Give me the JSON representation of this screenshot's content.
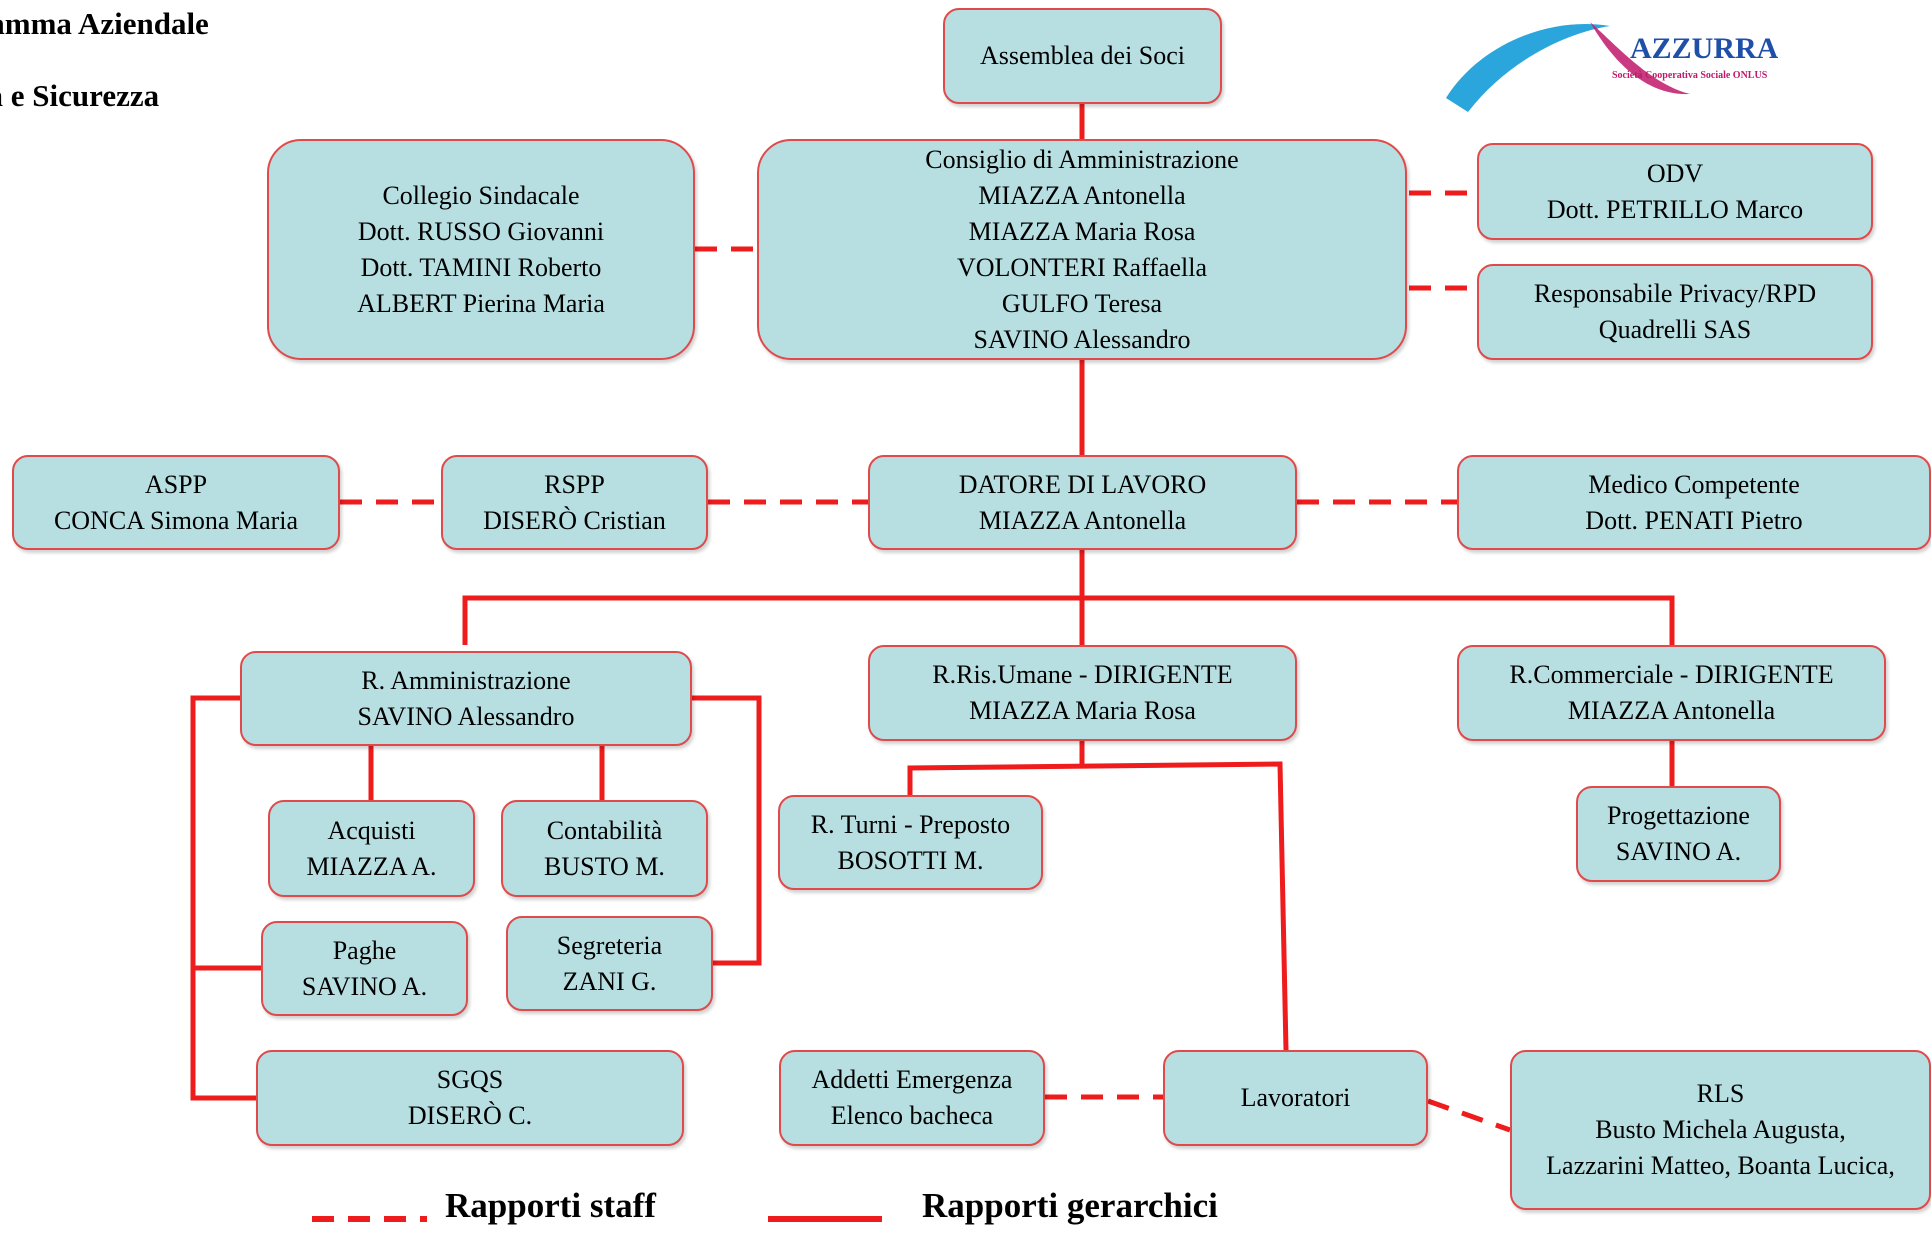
{
  "header": {
    "title_line1": "gramma Aziendale",
    "title_line2": "lità e Sicurezza"
  },
  "logo": {
    "brand": "AZZURRA",
    "tagline": "Società Cooperativa Sociale ONLUS",
    "brand_color": "#1f4fa8",
    "tagline_color": "#c0186a",
    "swoosh_color": "#2aa6dc"
  },
  "colors": {
    "box_fill": "#b7dfe2",
    "box_border": "#e04a4a",
    "connector": "#ee1c1c"
  },
  "nodes": {
    "assemblea": [
      "Assemblea dei Soci"
    ],
    "consiglio": [
      "Consiglio di Amministrazione",
      "MIAZZA Antonella",
      "MIAZZA Maria Rosa",
      "VOLONTERI Raffaella",
      "GULFO Teresa",
      "SAVINO Alessandro"
    ],
    "collegio": [
      "Collegio Sindacale",
      "Dott. RUSSO Giovanni",
      "Dott. TAMINI Roberto",
      "ALBERT Pierina Maria"
    ],
    "odv": [
      "ODV",
      "Dott. PETRILLO Marco"
    ],
    "privacy": [
      "Responsabile Privacy/RPD",
      "Quadrelli SAS"
    ],
    "aspp": [
      "ASPP",
      "CONCA Simona Maria"
    ],
    "rspp": [
      "RSPP",
      "DISERÒ Cristian"
    ],
    "datore": [
      "DATORE DI LAVORO",
      "MIAZZA Antonella"
    ],
    "medico": [
      "Medico Competente",
      "Dott. PENATI Pietro"
    ],
    "amministrazione": [
      "R. Amministrazione",
      "SAVINO Alessandro"
    ],
    "risorse_umane": [
      "R.Ris.Umane - DIRIGENTE",
      "MIAZZA Maria Rosa"
    ],
    "commerciale": [
      "R.Commerciale - DIRIGENTE",
      "MIAZZA Antonella"
    ],
    "acquisti": [
      "Acquisti",
      "MIAZZA A."
    ],
    "contabilita": [
      "Contabilità",
      "BUSTO M."
    ],
    "turni": [
      "R. Turni - Preposto",
      "BOSOTTI M."
    ],
    "progettazione": [
      "Progettazione",
      "SAVINO A."
    ],
    "paghe": [
      "Paghe",
      "SAVINO A."
    ],
    "segreteria": [
      "Segreteria",
      "ZANI G."
    ],
    "sgqs": [
      "SGQS",
      "DISERÒ C."
    ],
    "emergenza": [
      "Addetti Emergenza",
      "Elenco bacheca"
    ],
    "lavoratori": [
      "Lavoratori"
    ],
    "rls": [
      "RLS",
      "Busto Michela  Augusta,",
      "Lazzarini Matteo, Boanta Lucica,"
    ]
  },
  "legend": {
    "staff_label": "Rapporti staff",
    "gerarchici_label": "Rapporti gerarchici"
  }
}
